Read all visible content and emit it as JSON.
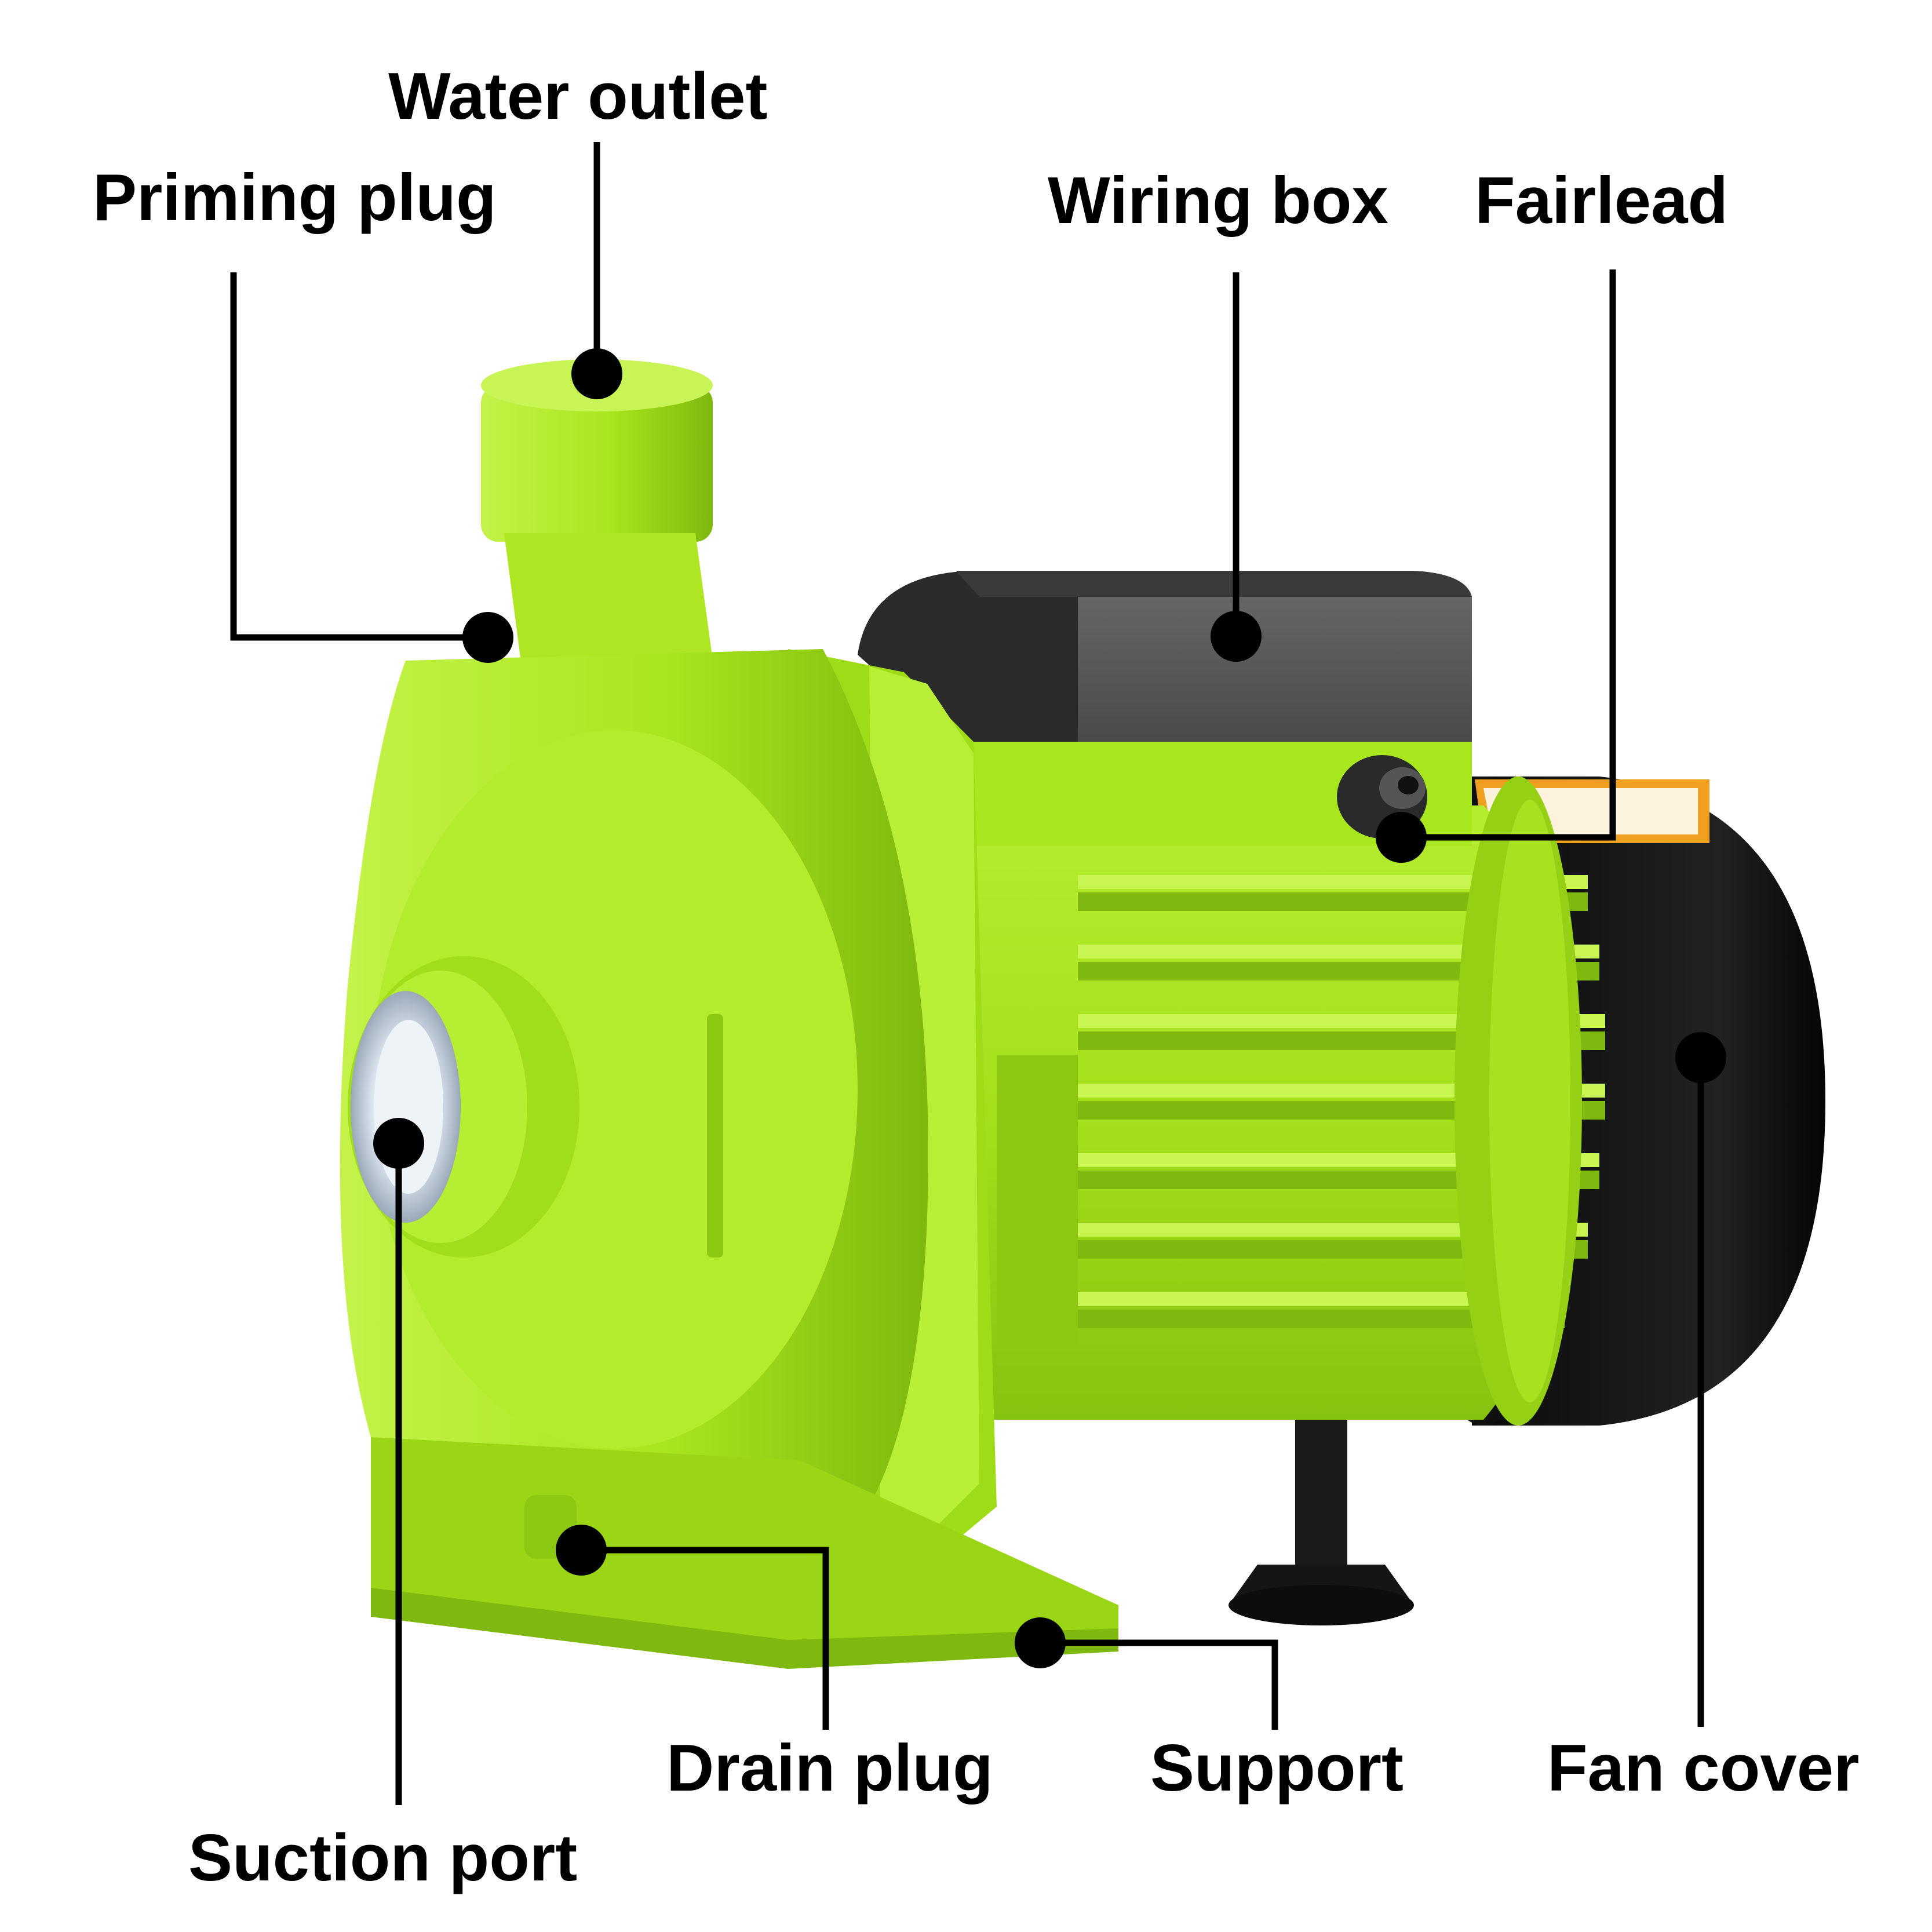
{
  "colors": {
    "pump_green": "#a8e61e",
    "pump_green_light": "#c4f24a",
    "pump_green_dark": "#7fb80e",
    "box_gray": "#5b5b5b",
    "box_dark": "#2b2b2b",
    "fan_black": "#141414",
    "warning_orange": "#f0a020",
    "leader_black": "#000000",
    "background": "#ffffff"
  },
  "labels": {
    "water_outlet": "Water outlet",
    "priming_plug": "Priming plug",
    "wiring_box": "Wiring box",
    "fairlead": "Fairlead",
    "drain_plug": "Drain plug",
    "support": "Support",
    "fan_cover": "Fan cover",
    "suction_port": "Suction port"
  }
}
